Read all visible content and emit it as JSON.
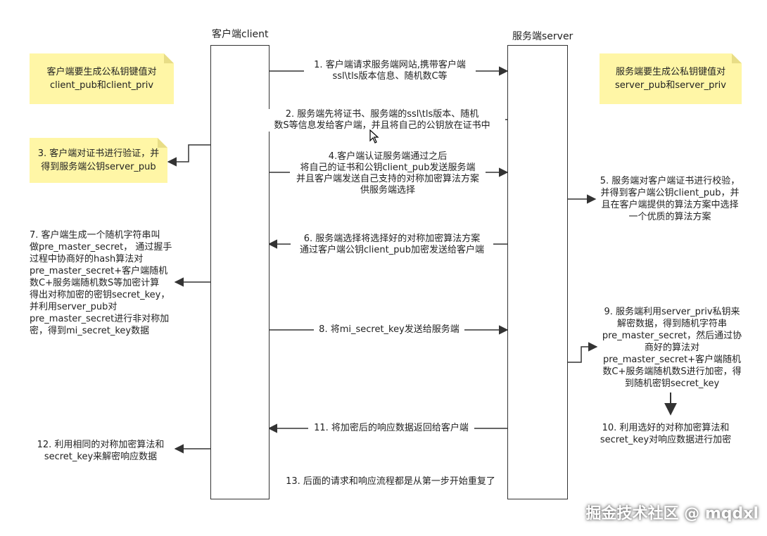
{
  "lanes": {
    "client_title": "客户端client",
    "server_title": "服务端server"
  },
  "notes": {
    "client_keys": [
      "客户端要生成公私钥键值对",
      "client_pub和client_priv"
    ],
    "server_keys": [
      "服务端要生成公私钥键值对",
      "server_pub和server_priv"
    ],
    "client_verify": [
      "3. 客户端对证书进行验证，并",
      "得到服务端公钥server_pub"
    ]
  },
  "messages": [
    {
      "lines": [
        "1. 客户端请求服务端网站,携带客户端",
        "ssl\\tls版本信息、随机数C等"
      ]
    },
    {
      "lines": [
        "2. 服务端先将证书、服务端的ssl\\tls版本、随机",
        "数S等信息发给客户端，并且将自己的公钥放在证书中"
      ]
    },
    {
      "lines": [
        "4.客户端认证服务端通过之后",
        "将自己的证书和公钥client_pub发送服务端",
        "并且客户端发送自己支持的对称加密算法方案",
        "供服务端选择"
      ]
    },
    {
      "lines": [
        "6. 服务端选择将选择好的对称加密算法方案",
        "通过客户端公钥client_pub加密发送给客户端"
      ]
    },
    {
      "lines": [
        "8. 将mi_secret_key发送给服务端"
      ]
    },
    {
      "lines": [
        "11. 将加密后的响应数据返回给客户端"
      ]
    },
    {
      "lines": [
        "13. 后面的请求和响应流程都是从第一步开始重复了"
      ]
    }
  ],
  "side_texts": {
    "step5": [
      "5. 服务端对客户端证书进行校验，",
      "并得到客户端公钥client_pub，并",
      "且在客户端提供的算法方案中选择",
      "一个优质的算法方案"
    ],
    "step7": [
      "7. 客户端生成一个随机字符串叫",
      "做pre_master_secret， 通过握手",
      "过程中协商好的hash算法对",
      "pre_master_secret+客户端随机",
      "数C+服务端随机数S等加密计算",
      "得出对称加密的密钥secret_key，",
      "并利用server_pub对",
      "pre_master_secret进行非对称加",
      "密，得到mi_secret_key数据"
    ],
    "step9": [
      "9. 服务端利用server_priv私钥来",
      "解密数据，得到随机字符串",
      "pre_master_secret，然后通过协",
      "商好的算法对",
      "pre_master_secret+客户端随机",
      "数C+服务端随机数S进行加密，得",
      "到随机密钥secret_key"
    ],
    "step10": [
      "10. 利用选好的对称加密算法和",
      "secret_key对响应数据进行加密"
    ],
    "step12": [
      "12. 利用相同的对称加密算法和",
      "secret_key来解密响应数据"
    ]
  },
  "watermark": "掘金技术社区 @ mqdxl",
  "colors": {
    "note_fill": "#fff6a6",
    "line": "#333333"
  }
}
